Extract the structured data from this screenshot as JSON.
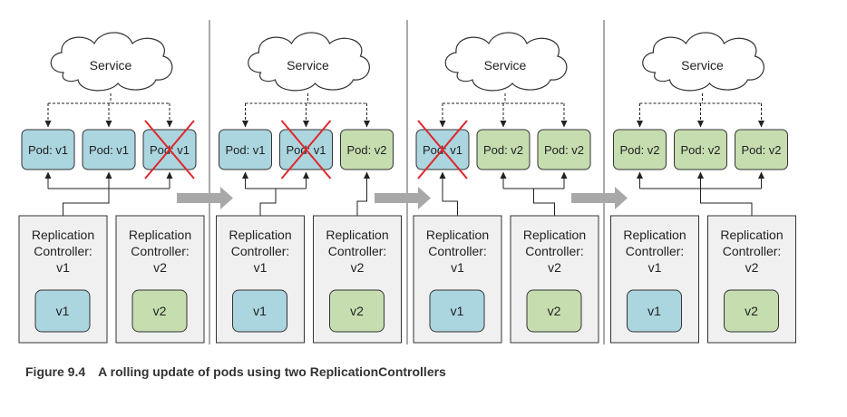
{
  "colors": {
    "v1_fill": "#abd5df",
    "v2_fill": "#c6ddb0",
    "box_stroke": "#333333",
    "rc_fill": "#f0f0f0",
    "cross": "#e0262b",
    "arrow": "#a8a8a8"
  },
  "labels": {
    "service": "Service",
    "rc_line1": "Replication",
    "rc_line2": "Controller:"
  },
  "panels": [
    {
      "pods": [
        {
          "label": "Pod: v1",
          "version": "v1",
          "deleted": false
        },
        {
          "label": "Pod: v1",
          "version": "v1",
          "deleted": false
        },
        {
          "label": "Pod: v1",
          "version": "v1",
          "deleted": true
        }
      ],
      "controllers": [
        {
          "version": "v1",
          "template": "v1"
        },
        {
          "version": "v2",
          "template": "v2"
        }
      ]
    },
    {
      "pods": [
        {
          "label": "Pod: v1",
          "version": "v1",
          "deleted": false
        },
        {
          "label": "Pod: v1",
          "version": "v1",
          "deleted": true
        },
        {
          "label": "Pod: v2",
          "version": "v2",
          "deleted": false
        }
      ],
      "controllers": [
        {
          "version": "v1",
          "template": "v1"
        },
        {
          "version": "v2",
          "template": "v2"
        }
      ]
    },
    {
      "pods": [
        {
          "label": "Pod: v1",
          "version": "v1",
          "deleted": true
        },
        {
          "label": "Pod: v2",
          "version": "v2",
          "deleted": false
        },
        {
          "label": "Pod: v2",
          "version": "v2",
          "deleted": false
        }
      ],
      "controllers": [
        {
          "version": "v1",
          "template": "v1"
        },
        {
          "version": "v2",
          "template": "v2"
        }
      ]
    },
    {
      "pods": [
        {
          "label": "Pod: v2",
          "version": "v2",
          "deleted": false
        },
        {
          "label": "Pod: v2",
          "version": "v2",
          "deleted": false
        },
        {
          "label": "Pod: v2",
          "version": "v2",
          "deleted": false
        }
      ],
      "controllers": [
        {
          "version": "v1",
          "template": "v1"
        },
        {
          "version": "v2",
          "template": "v2"
        }
      ]
    }
  ],
  "caption": {
    "number": "Figure 9.4",
    "text": "A rolling update of pods using two ReplicationControllers"
  }
}
